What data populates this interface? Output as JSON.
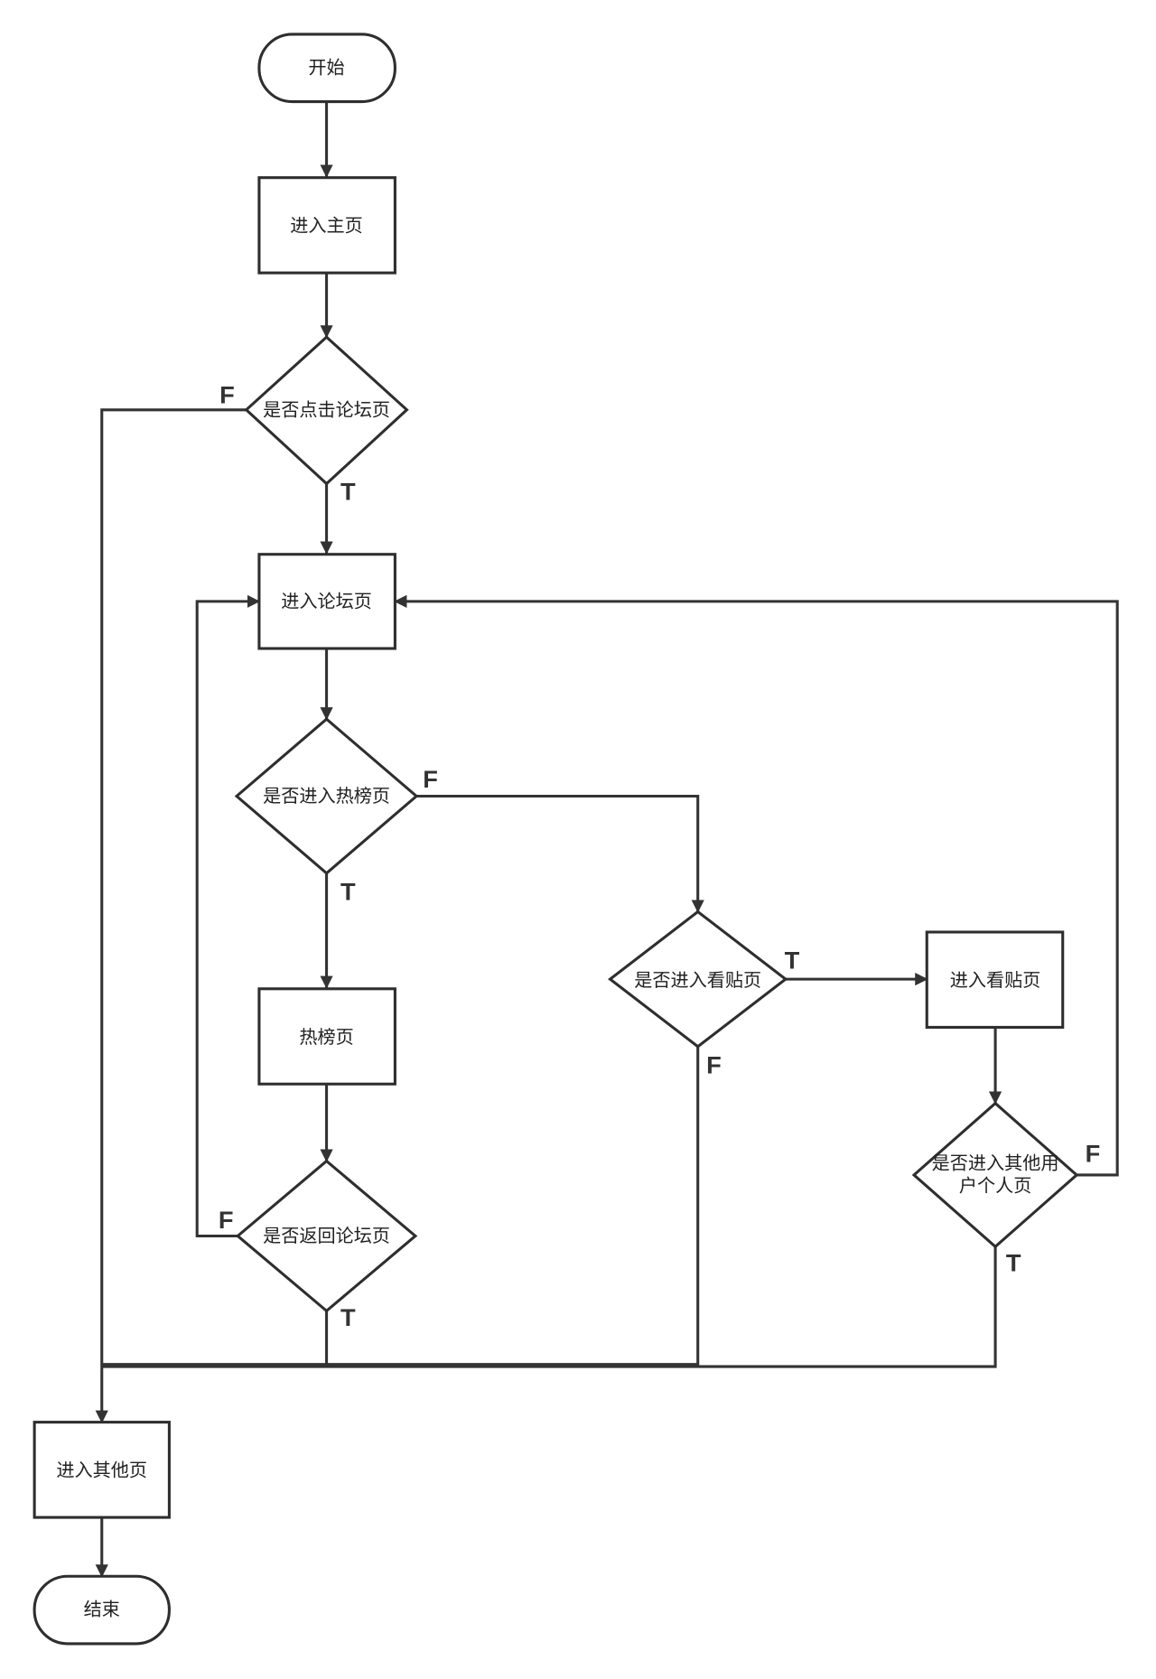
{
  "diagram": {
    "nodes": {
      "start": "开始",
      "home": "进入主页",
      "q_forum": "是否点击论坛页",
      "forum": "进入论坛页",
      "q_hot": "是否进入热榜页",
      "hot": "热榜页",
      "q_back": "是否返回论坛页",
      "q_post": "是否进入看贴页",
      "post": "进入看贴页",
      "q_user_1": "是否进入其他用",
      "q_user_2": "户个人页",
      "other": "进入其他页",
      "end": "结束"
    },
    "branch_labels": {
      "q_forum_false": "F",
      "q_forum_true": "T",
      "q_hot_false": "F",
      "q_hot_true": "T",
      "q_back_false": "F",
      "q_back_true": "T",
      "q_post_true": "T",
      "q_post_false": "F",
      "q_user_false": "F",
      "q_user_true": "T"
    },
    "colors": {
      "stroke": "#2e2e2e",
      "text": "#222222",
      "background": "#ffffff"
    }
  }
}
